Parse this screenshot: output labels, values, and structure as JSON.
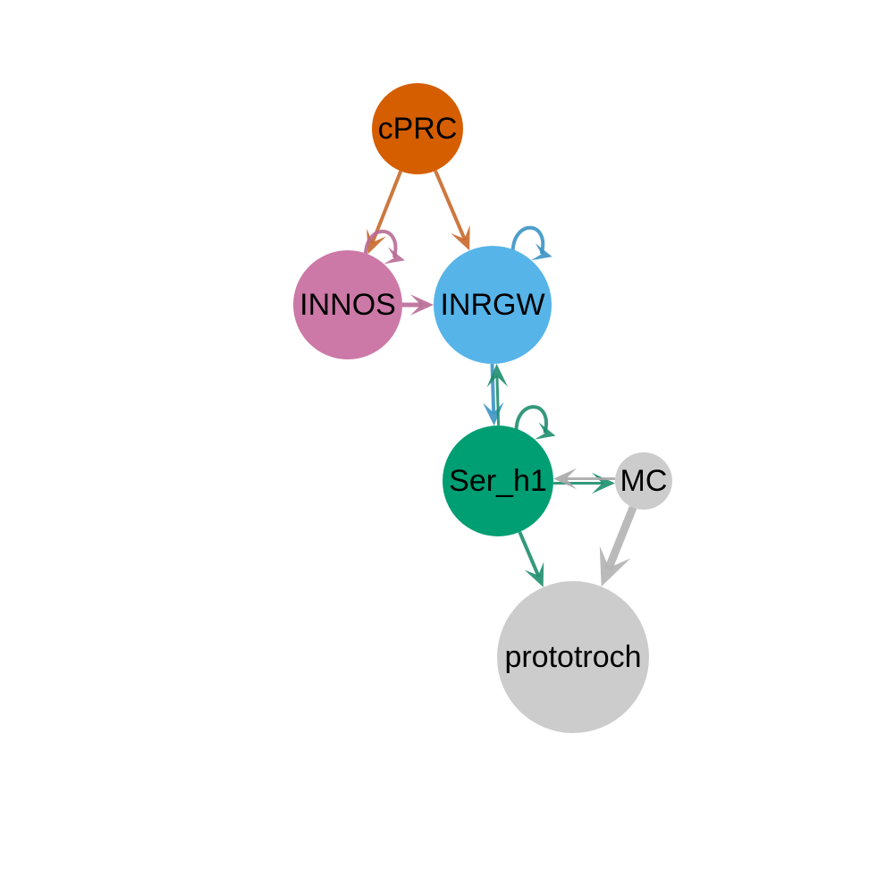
{
  "graph": {
    "nodes": [
      {
        "id": "cprc",
        "label": "cPRC",
        "color": "#D55E00"
      },
      {
        "id": "innos",
        "label": "INNOS",
        "color": "#CC79A7"
      },
      {
        "id": "inrgw",
        "label": "INRGW",
        "color": "#56B4E9"
      },
      {
        "id": "ser_h1",
        "label": "Ser_h1",
        "color": "#009E73"
      },
      {
        "id": "mc",
        "label": "MC",
        "color": "#CCCCCC"
      },
      {
        "id": "prototroch",
        "label": "prototroch",
        "color": "#CCCCCC"
      }
    ],
    "edges": [
      {
        "source": "cprc",
        "target": "innos",
        "color": "#C8692B"
      },
      {
        "source": "cprc",
        "target": "inrgw",
        "color": "#C8692B"
      },
      {
        "source": "innos",
        "target": "innos",
        "color": "#B86B95"
      },
      {
        "source": "innos",
        "target": "inrgw",
        "color": "#B86B95"
      },
      {
        "source": "inrgw",
        "target": "inrgw",
        "color": "#3B93C4"
      },
      {
        "source": "inrgw",
        "target": "ser_h1",
        "color": "#3B93C4"
      },
      {
        "source": "ser_h1",
        "target": "inrgw",
        "color": "#1E8E6E"
      },
      {
        "source": "ser_h1",
        "target": "ser_h1",
        "color": "#1E8E6E"
      },
      {
        "source": "ser_h1",
        "target": "mc",
        "color": "#1E8E6E"
      },
      {
        "source": "mc",
        "target": "ser_h1",
        "color": "#A8A8A8"
      },
      {
        "source": "ser_h1",
        "target": "prototroch",
        "color": "#1E8E6E"
      },
      {
        "source": "mc",
        "target": "prototroch",
        "color": "#B3B3B3"
      }
    ]
  }
}
